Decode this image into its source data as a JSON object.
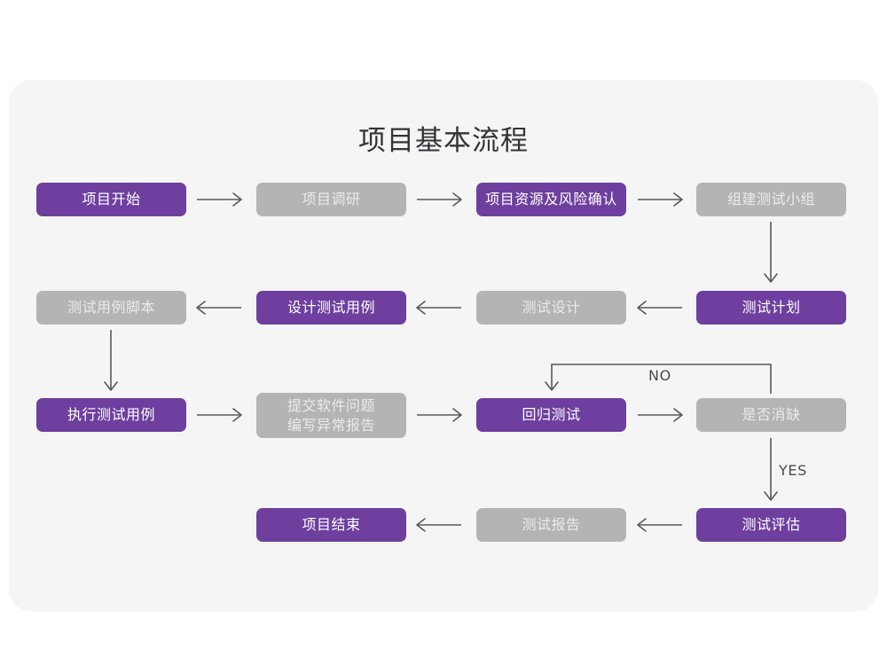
{
  "page": {
    "title": "项目基本流程",
    "background": "#ffffff",
    "card_background": "#f5f5f6"
  },
  "palette": {
    "purple": "#6e3f9e",
    "purple_text": "#ffffff",
    "gray": "#b4b4b4",
    "gray_text": "#ebebeb",
    "connector": "#595959",
    "title_text": "#333336"
  },
  "flow": {
    "nodes": [
      {
        "id": "n1",
        "label": "项目开始",
        "style": "purple",
        "row": 1,
        "col": 1
      },
      {
        "id": "n2",
        "label": "项目调研",
        "style": "gray",
        "row": 1,
        "col": 2
      },
      {
        "id": "n3",
        "label": "项目资源及风险确认",
        "style": "purple",
        "row": 1,
        "col": 3
      },
      {
        "id": "n4",
        "label": "组建测试小组",
        "style": "gray",
        "row": 1,
        "col": 4
      },
      {
        "id": "n5",
        "label": "测试用例脚本",
        "style": "gray",
        "row": 2,
        "col": 1
      },
      {
        "id": "n6",
        "label": "设计测试用例",
        "style": "purple",
        "row": 2,
        "col": 2
      },
      {
        "id": "n7",
        "label": "测试设计",
        "style": "gray",
        "row": 2,
        "col": 3
      },
      {
        "id": "n8",
        "label": "测试计划",
        "style": "purple",
        "row": 2,
        "col": 4
      },
      {
        "id": "n9",
        "label": "执行测试用例",
        "style": "purple",
        "row": 3,
        "col": 1
      },
      {
        "id": "n10",
        "label": "提交软件问题\n编写异常报告",
        "style": "gray",
        "row": 3,
        "col": 2
      },
      {
        "id": "n11",
        "label": "回归测试",
        "style": "purple",
        "row": 3,
        "col": 3
      },
      {
        "id": "n12",
        "label": "是否消缺",
        "style": "gray",
        "row": 3,
        "col": 4
      },
      {
        "id": "n13",
        "label": "项目结束",
        "style": "purple",
        "row": 4,
        "col": 2
      },
      {
        "id": "n14",
        "label": "测试报告",
        "style": "gray",
        "row": 4,
        "col": 3
      },
      {
        "id": "n15",
        "label": "测试评估",
        "style": "purple",
        "row": 4,
        "col": 4
      }
    ],
    "edge_labels": {
      "no": "NO",
      "yes": "YES"
    },
    "edges": [
      {
        "from": "n1",
        "to": "n2",
        "direction": "right"
      },
      {
        "from": "n2",
        "to": "n3",
        "direction": "right"
      },
      {
        "from": "n3",
        "to": "n4",
        "direction": "right"
      },
      {
        "from": "n4",
        "to": "n8",
        "direction": "down"
      },
      {
        "from": "n8",
        "to": "n7",
        "direction": "left"
      },
      {
        "from": "n7",
        "to": "n6",
        "direction": "left"
      },
      {
        "from": "n6",
        "to": "n5",
        "direction": "left"
      },
      {
        "from": "n5",
        "to": "n9",
        "direction": "down"
      },
      {
        "from": "n9",
        "to": "n10",
        "direction": "right"
      },
      {
        "from": "n10",
        "to": "n11",
        "direction": "right"
      },
      {
        "from": "n11",
        "to": "n12",
        "direction": "right"
      },
      {
        "from": "n12",
        "to": "n11",
        "direction": "loop-up-left",
        "label": "NO"
      },
      {
        "from": "n12",
        "to": "n15",
        "direction": "down",
        "label": "YES"
      },
      {
        "from": "n15",
        "to": "n14",
        "direction": "left"
      },
      {
        "from": "n14",
        "to": "n13",
        "direction": "left"
      }
    ]
  }
}
